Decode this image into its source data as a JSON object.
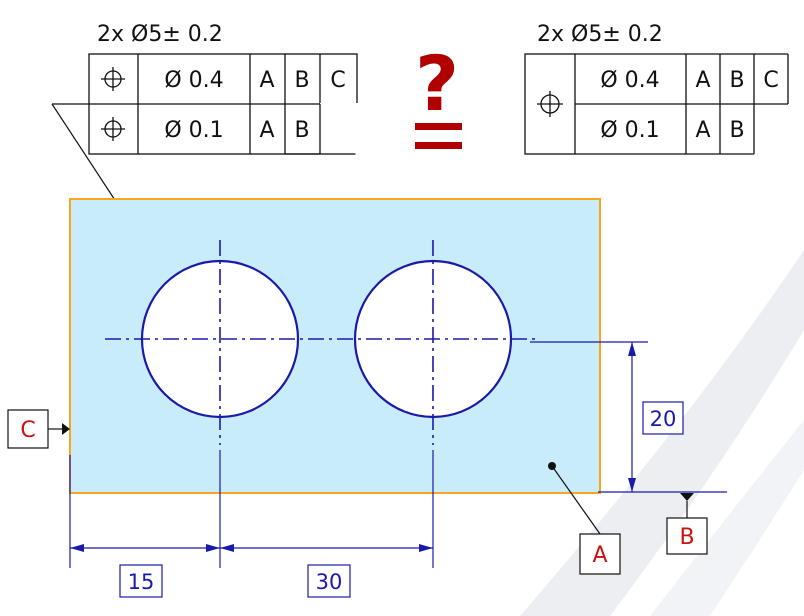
{
  "colors": {
    "part_fill": "#c9ecfb",
    "part_outline": "#f5a623",
    "blue_line": "#1a1aa8",
    "datum_red": "#cc1111",
    "question_red": "#b00000",
    "background_swoosh": "#eceef2",
    "frame_black": "#111111"
  },
  "left_callout": {
    "note": "2x Ø5± 0.2",
    "rows": [
      {
        "symbol": "position-icon",
        "tolerance": "Ø 0.4",
        "datums": [
          "A",
          "B",
          "C"
        ]
      },
      {
        "symbol": "position-icon",
        "tolerance": "Ø 0.1",
        "datums": [
          "A",
          "B"
        ]
      }
    ]
  },
  "right_callout": {
    "note": "2x Ø5± 0.2",
    "symbol": "position-icon",
    "rows": [
      {
        "tolerance": "Ø 0.4",
        "datums": [
          "A",
          "B",
          "C"
        ]
      },
      {
        "tolerance": "Ø 0.1",
        "datums": [
          "A",
          "B"
        ]
      }
    ]
  },
  "comparison": {
    "symbol": "?"
  },
  "datums": {
    "a": "A",
    "b": "B",
    "c": "C"
  },
  "dimensions": {
    "left_edge_to_hole": "15",
    "hole_spacing": "30",
    "bottom_to_hole_center": "20"
  }
}
